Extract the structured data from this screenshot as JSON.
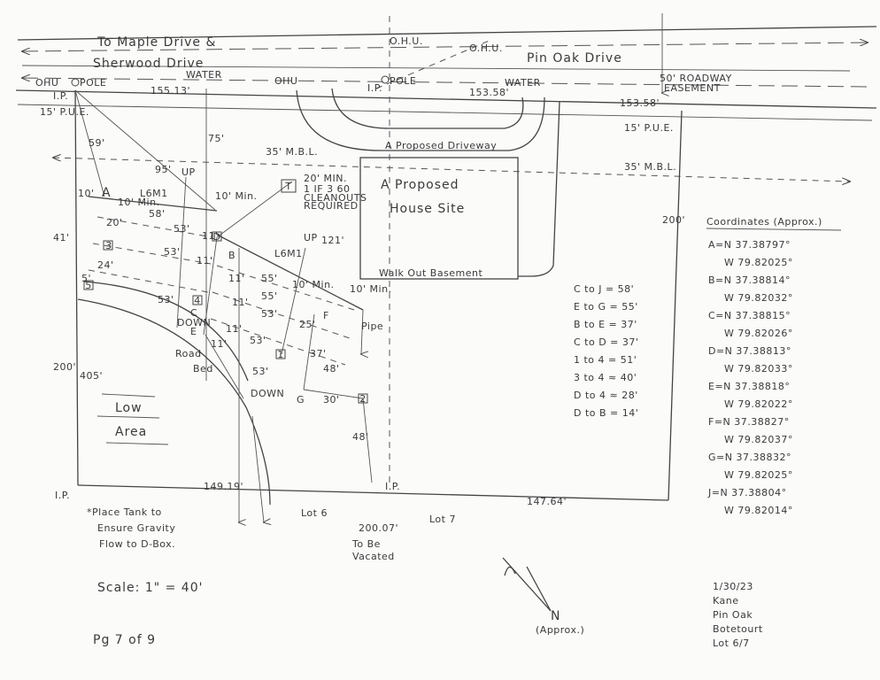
{
  "road": {
    "to_maple_1": "To Maple Drive &",
    "to_maple_2": "Sherwood Drive",
    "pin_oak_drive": "Pin Oak Drive",
    "ohu_left": "OHU",
    "ohu_top": "O.H.U.",
    "ohu_mid": "O.H.U.",
    "ohu_small": "OHU",
    "pole_left": "POLE",
    "pole_mid": "POLE",
    "water_left": "WATER",
    "water_right": "WATER",
    "roadway_easement_1": "50' ROADWAY",
    "roadway_easement_2": "EASEMENT"
  },
  "property": {
    "ip_top_left": "I.P.",
    "ip_top_mid": "I.P.",
    "ip_bottom_left": "I.P.",
    "ip_bottom_mid": "I.P.",
    "pl_155": "155.13'",
    "pl_153_58a": "153.58'",
    "pl_153_58b": "153.58'",
    "pl_149": "149.19'",
    "pl_147": "147.64'",
    "pl_200_left": "200'",
    "pl_200_right": "200'",
    "pl_200_07": "200.07'",
    "pue_left": "15' P.U.E.",
    "pue_right": "15' P.U.E.",
    "mbl_left": "35' M.B.L.",
    "mbl_right": "35' M.B.L.",
    "lot6": "Lot 6",
    "lot7": "Lot 7",
    "to_be_vacated_1": "To Be",
    "to_be_vacated_2": "Vacated"
  },
  "site": {
    "proposed_driveway": "A Proposed Driveway",
    "house_1": "A Proposed",
    "house_2": "House Site",
    "walkout": "Walk Out Basement",
    "low_1": "Low",
    "low_2": "Area",
    "road_bed_1": "Road",
    "road_bed_2": "Bed",
    "pipe": "Pipe"
  },
  "drainfield": {
    "d95": "95'",
    "d59": "59'",
    "d75": "75'",
    "d10": "10'",
    "d10min_a": "10' Min.",
    "d10min_b": "10' Min.",
    "d10min_c": "10' Min.",
    "d10min_d": "10' Min.",
    "d58": "58'",
    "lgm_1": "L6M1",
    "lgm_2": "L6M1",
    "up_1": "UP",
    "up_2": "UP",
    "d121": "121'",
    "d20": "20'",
    "d41": "41'",
    "d24": "24'",
    "d53_1": "53'",
    "d53_2": "53'",
    "d53_3": "53'",
    "d53_4": "53'",
    "d53_5": "53'",
    "d53_6": "53'",
    "d55_1": "55'",
    "d55_2": "55'",
    "d11_1": "11'",
    "d11_2": "11'",
    "d11_3": "11'",
    "d11_4": "11'",
    "d11_5": "11'",
    "d11_6": "11'",
    "d25": "25'",
    "d37": "37'",
    "d48": "48'",
    "d30": "30'",
    "d48b": "48'",
    "d405": "405'",
    "d5": "5'",
    "down_1": "DOWN",
    "down_2": "DOWN",
    "tank_min": "20' MIN.",
    "tank_size": "1 IF 3 60",
    "tank_cleanouts_1": "CLEANOUTS",
    "tank_cleanouts_2": "REQUIRED",
    "letter_a": "A",
    "letter_b": "B",
    "letter_c": "C",
    "letter_e": "E",
    "letter_f": "F",
    "letter_g": "G",
    "letter_t": "T",
    "letter_d": "D",
    "box_1": "1",
    "box_2": "2",
    "box_3": "3",
    "box_4": "4",
    "box_5": "5"
  },
  "distances": [
    "C to J = 58'",
    "E to G = 55'",
    "B to E = 37'",
    "C to D = 37'",
    "1 to 4 = 51'",
    "3 to 4 ≈ 40'",
    "D to 4 ≈ 28'",
    "D to B = 14'"
  ],
  "coordinates": {
    "title": "Coordinates (Approx.)",
    "lines": [
      "A=N 37.38797°",
      "W 79.82025°",
      "B=N 37.38814°",
      "W 79.82032°",
      "C=N 37.38815°",
      "W 79.82026°",
      "D=N 37.38813°",
      "W 79.82033°",
      "E=N 37.38818°",
      "W 79.82022°",
      "F=N 37.38827°",
      "W 79.82037°",
      "G=N 37.38832°",
      "W 79.82025°",
      "J=N 37.38804°",
      "W 79.82014°"
    ]
  },
  "notes": {
    "tank_note_1": "*Place Tank to",
    "tank_note_2": "Ensure Gravity",
    "tank_note_3": "Flow to D-Box.",
    "scale": "Scale: 1\" = 40'",
    "page": "Pg 7 of 9",
    "north": "N",
    "north_approx": "(Approx.)",
    "date": "1/30/23",
    "name": "Kane",
    "road_name": "Pin Oak",
    "county": "Botetourt",
    "lot": "Lot 6/7"
  }
}
